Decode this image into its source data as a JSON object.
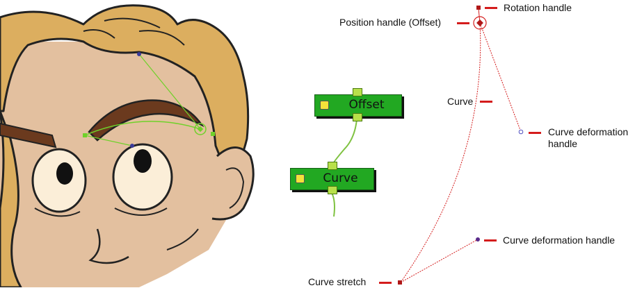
{
  "nodes": {
    "offset_label": "Offset",
    "curve_label": "Curve"
  },
  "callouts": {
    "rotation_handle": "Rotation handle",
    "position_handle": "Position handle (Offset)",
    "curve": "Curve",
    "curve_deformation_handle_upper_line1": "Curve deformation",
    "curve_deformation_handle_upper_line2": "handle",
    "curve_deformation_handle_lower": "Curve deformation handle",
    "curve_stretch": "Curve stretch"
  },
  "colors": {
    "node_green": "#22a822",
    "wire_green": "#7fc241",
    "handle_red": "#d41c1c",
    "hair": "#dcae5f",
    "skin": "#e3c09f",
    "eyebrow": "#6b3a1e"
  }
}
